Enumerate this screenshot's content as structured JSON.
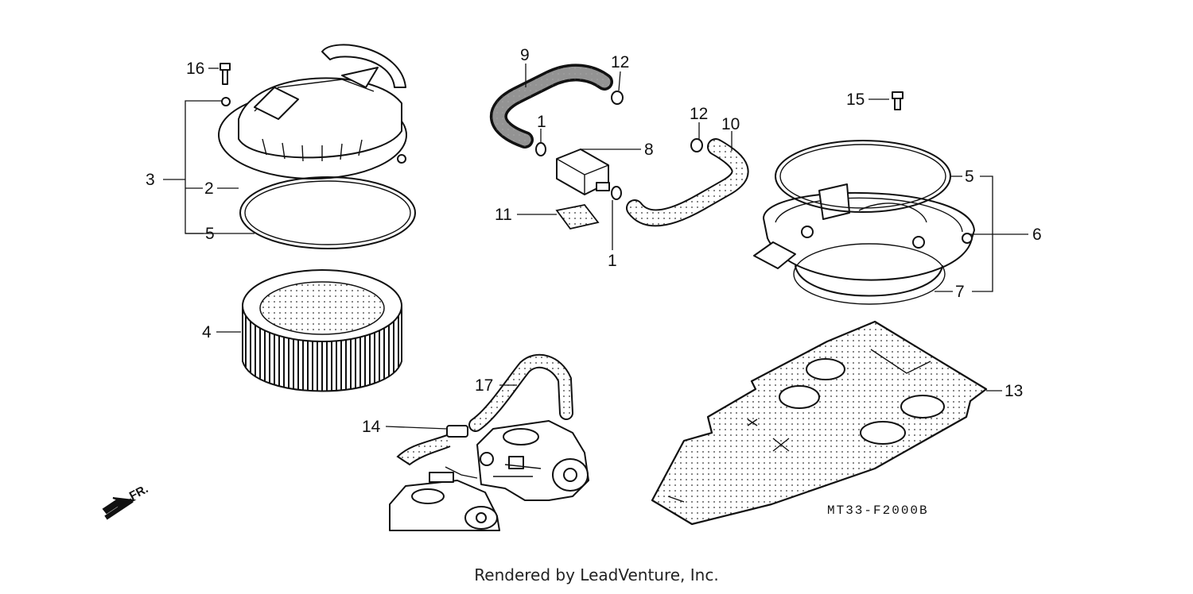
{
  "diagram": {
    "callouts": {
      "c1a": "1",
      "c1b": "1",
      "c2": "2",
      "c3": "3",
      "c4": "4",
      "c5a": "5",
      "c5b": "5",
      "c6": "6",
      "c7": "7",
      "c8": "8",
      "c9": "9",
      "c10": "10",
      "c11": "11",
      "c12a": "12",
      "c12b": "12",
      "c13": "13",
      "c14": "14",
      "c15": "15",
      "c16": "16",
      "c17": "17"
    },
    "diagram_code": "MT33-F2000B",
    "front_label": "FR."
  },
  "footer": {
    "text": "Rendered by LeadVenture, Inc."
  },
  "colors": {
    "ink": "#111111",
    "background": "#ffffff"
  }
}
